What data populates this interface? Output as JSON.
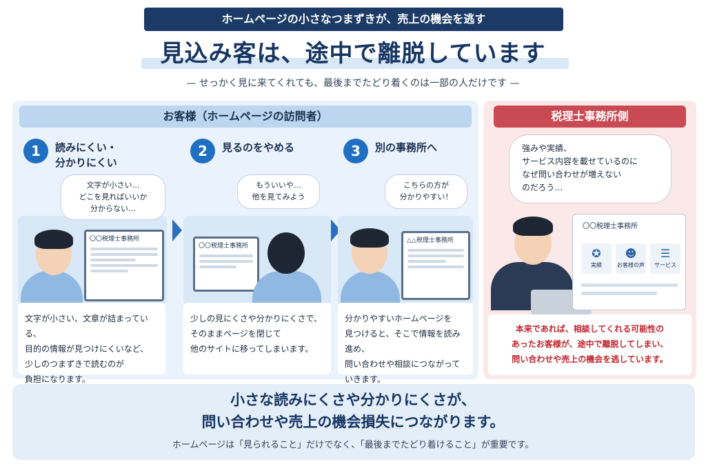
{
  "banner": "ホームページの小さなつまずきが、売上の機会を逃す",
  "headline": "見込み客は、途中で離脱しています",
  "subheadline": "— せっかく見に来てくれても、最後までたどり着くのは一部の人だけです —",
  "customer_panel": {
    "title": "お客様（ホームページの訪問者）",
    "steps": [
      {
        "number": "1",
        "title_line1": "読みにくい・",
        "title_line2": "分かりにくい",
        "bubble_line1": "文字が小さい…",
        "bubble_line2": "どこを見ればいいか",
        "bubble_line3": "分からない…",
        "screen_title": "〇〇税理士事務所",
        "desc_line1": "文字が小さい、文章が詰まっている、",
        "desc_line2": "目的の情報が見つけにくいなど、",
        "desc_line3": "少しのつまずきで読むのが",
        "desc_line4": "負担になります。"
      },
      {
        "number": "2",
        "title_line1": "見るのをやめる",
        "bubble_line1": "もういいや…",
        "bubble_line2": "他を見てみよう",
        "screen_title": "〇〇税理士事務所",
        "desc_line1": "少しの見にくさや分かりにくさで、",
        "desc_line2": "そのままページを閉じて",
        "desc_line3": "他のサイトに移ってしまいます。"
      },
      {
        "number": "3",
        "title_line1": "別の事務所へ",
        "bubble_line1": "こちらの方が",
        "bubble_line2": "分かりやすい！",
        "screen_title": "△△税理士事務所",
        "desc_line1": "分かりやすいホームページを",
        "desc_line2": "見つけると、そこで情報を読み進め、",
        "desc_line3": "問い合わせや相談につながって",
        "desc_line4": "いきます。"
      }
    ]
  },
  "office_panel": {
    "title": "税理士事務所側",
    "bubble_line1": "強みや実績、",
    "bubble_line2": "サービス内容を載せているのに",
    "bubble_line3": "なぜ問い合わせが増えない",
    "bubble_line4": "のだろう…",
    "site_title": "〇〇税理士事務所",
    "site_icons": [
      {
        "icon": "award-icon",
        "glyph": "✪",
        "label": "実績"
      },
      {
        "icon": "people-icon",
        "glyph": "☻",
        "label": "お客様の声"
      },
      {
        "icon": "document-icon",
        "glyph": "☰",
        "label": "サービス"
      }
    ],
    "desc_line1": "本来であれば、相談してくれる可能性の",
    "desc_line2": "あったお客様が、途中で離脱してしまい、",
    "desc_line3": "問い合わせや売上の機会を逃しています。"
  },
  "conclusion": {
    "line1": "小さな読みにくさや分かりにくさが、",
    "line2": "問い合わせや売上の機会損失につながります。",
    "sub": "ホームページは「見られること」だけでなく、「最後までたどり着けること」が重要です。"
  },
  "colors": {
    "navy": "#1b3a66",
    "accent_blue": "#1f6fc3",
    "warning_red": "#c0262f"
  }
}
